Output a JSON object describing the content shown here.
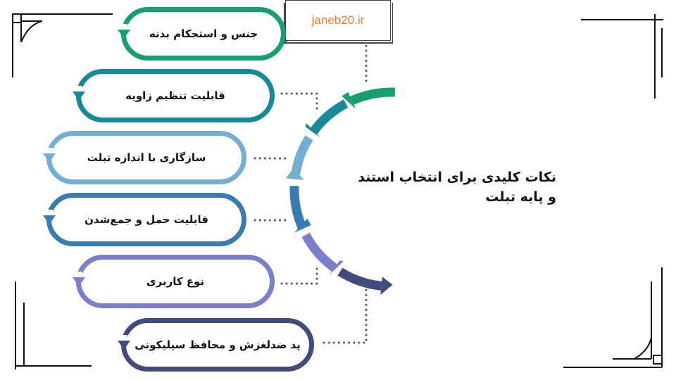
{
  "title": "نکات کلیدی برای انتخاب استند و پایه تبلت",
  "logo": {
    "text": "janeb20.ir"
  },
  "items": [
    {
      "label": "جنس و استحکام بدنه",
      "color": "#16a070"
    },
    {
      "label": "قابلیت تنظیم زاویه",
      "color": "#17899a"
    },
    {
      "label": "سازگاری با اندازه تبلت",
      "color": "#72afd0"
    },
    {
      "label": "قابلیت حمل و جمع‌شدن",
      "color": "#3b7cb0"
    },
    {
      "label": "نوع کاربری",
      "color": "#7a7fcc"
    },
    {
      "label": "پد ضدلغزش و محافظ سیلیکونی",
      "color": "#434b7c"
    }
  ],
  "dot_color": "#555555"
}
